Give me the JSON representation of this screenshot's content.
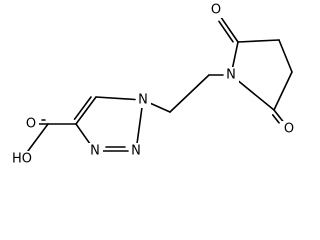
{
  "structure": {
    "atoms": [
      {
        "id": "O_hydroxyl",
        "element": "O",
        "label": "HO"
      },
      {
        "id": "O_carbonyl_acid",
        "element": "O",
        "label": "O"
      },
      {
        "id": "N1",
        "element": "N",
        "label": "N"
      },
      {
        "id": "N2",
        "element": "N",
        "label": "N"
      },
      {
        "id": "N3",
        "element": "N",
        "label": "N"
      },
      {
        "id": "N_imide",
        "element": "N",
        "label": "N"
      },
      {
        "id": "O_imide_top",
        "element": "O",
        "label": "O"
      },
      {
        "id": "O_imide_bottom",
        "element": "O",
        "label": "O"
      }
    ],
    "rings": [
      "1,2,3-triazole",
      "pyrrolidine-2,5-dione"
    ]
  }
}
